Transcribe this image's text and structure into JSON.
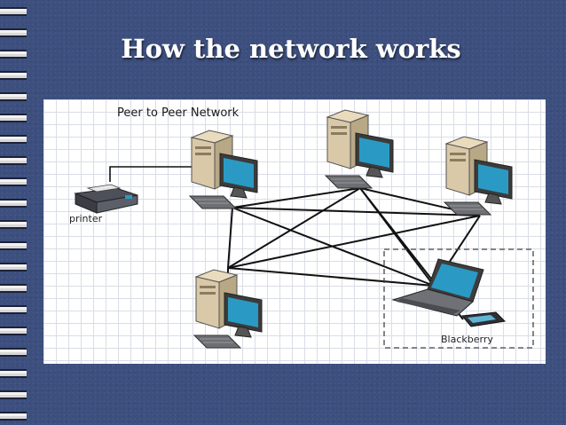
{
  "slide": {
    "title": "How the network works"
  },
  "diagram": {
    "title": "Peer to Peer Network",
    "printer_label": "printer",
    "blackberry_label": "Blackberry"
  },
  "colors": {
    "background": "#3d4f7e",
    "title_text": "#ffffff",
    "screen": "#2a9ac4",
    "case": "#d9c9a8",
    "link": "#111111"
  }
}
